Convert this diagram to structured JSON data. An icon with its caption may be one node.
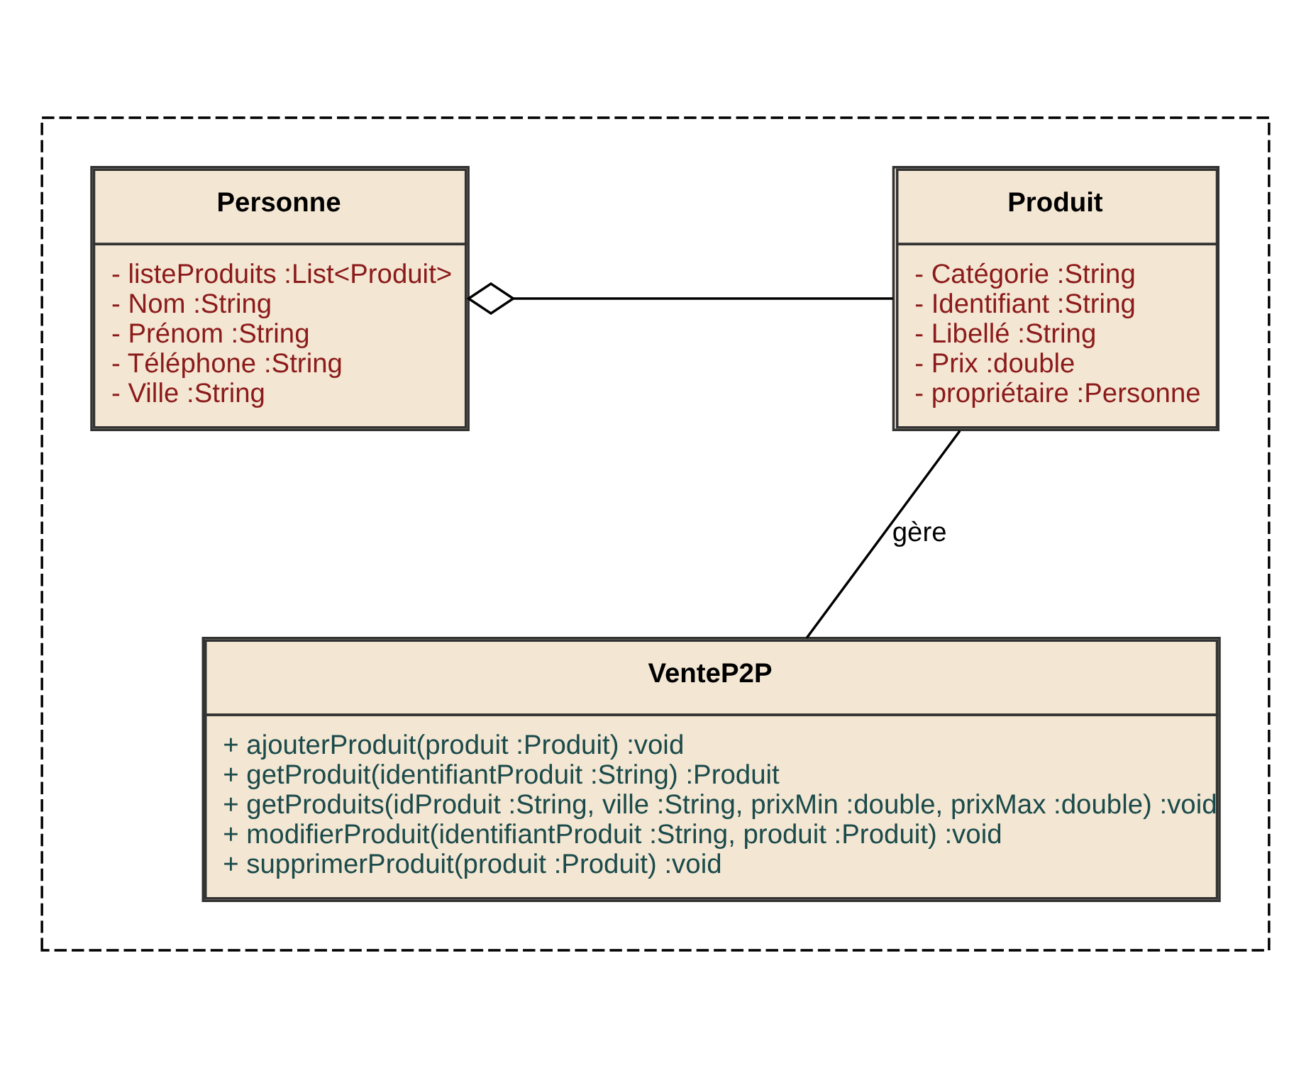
{
  "diagram": {
    "nodes": [
      {
        "text": [],
        "shape": "box"
      },
      {
        "text": [
          "Personne",
          "- listeProduits :List<Produit>",
          "- Nom :String",
          "- Prénom :String",
          "- Téléphone :String",
          "- Ville :String"
        ],
        "in": 0
      },
      {
        "text": [
          "Produit",
          "- Catégorie :String",
          "- Identifiant :String",
          "- Libellé :String",
          "- Prix :double",
          "- propriétaire :Personne"
        ],
        "in": 0
      },
      {
        "text": [
          "VenteP2P",
          "+ ajouterProduit(produit :Produit) :void",
          "+ getProduit(identifiantProduit :String) :Produit",
          "+ getProduits(idProduit :String, ville :String, prixMin :double, prixMax :double) :void",
          "+ modifierProduit(identifiantProduit :String, produit :Produit) :void",
          "+ supprimerProduit(produit :Produit) :void"
        ],
        "in": 0
      }
    ],
    "edges": [
      {
        "from": 1,
        "to": 2,
        "arrow": "other"
      },
      {
        "from": 2,
        "to": 3,
        "arrow": "none",
        "label": "gère"
      }
    ]
  }
}
